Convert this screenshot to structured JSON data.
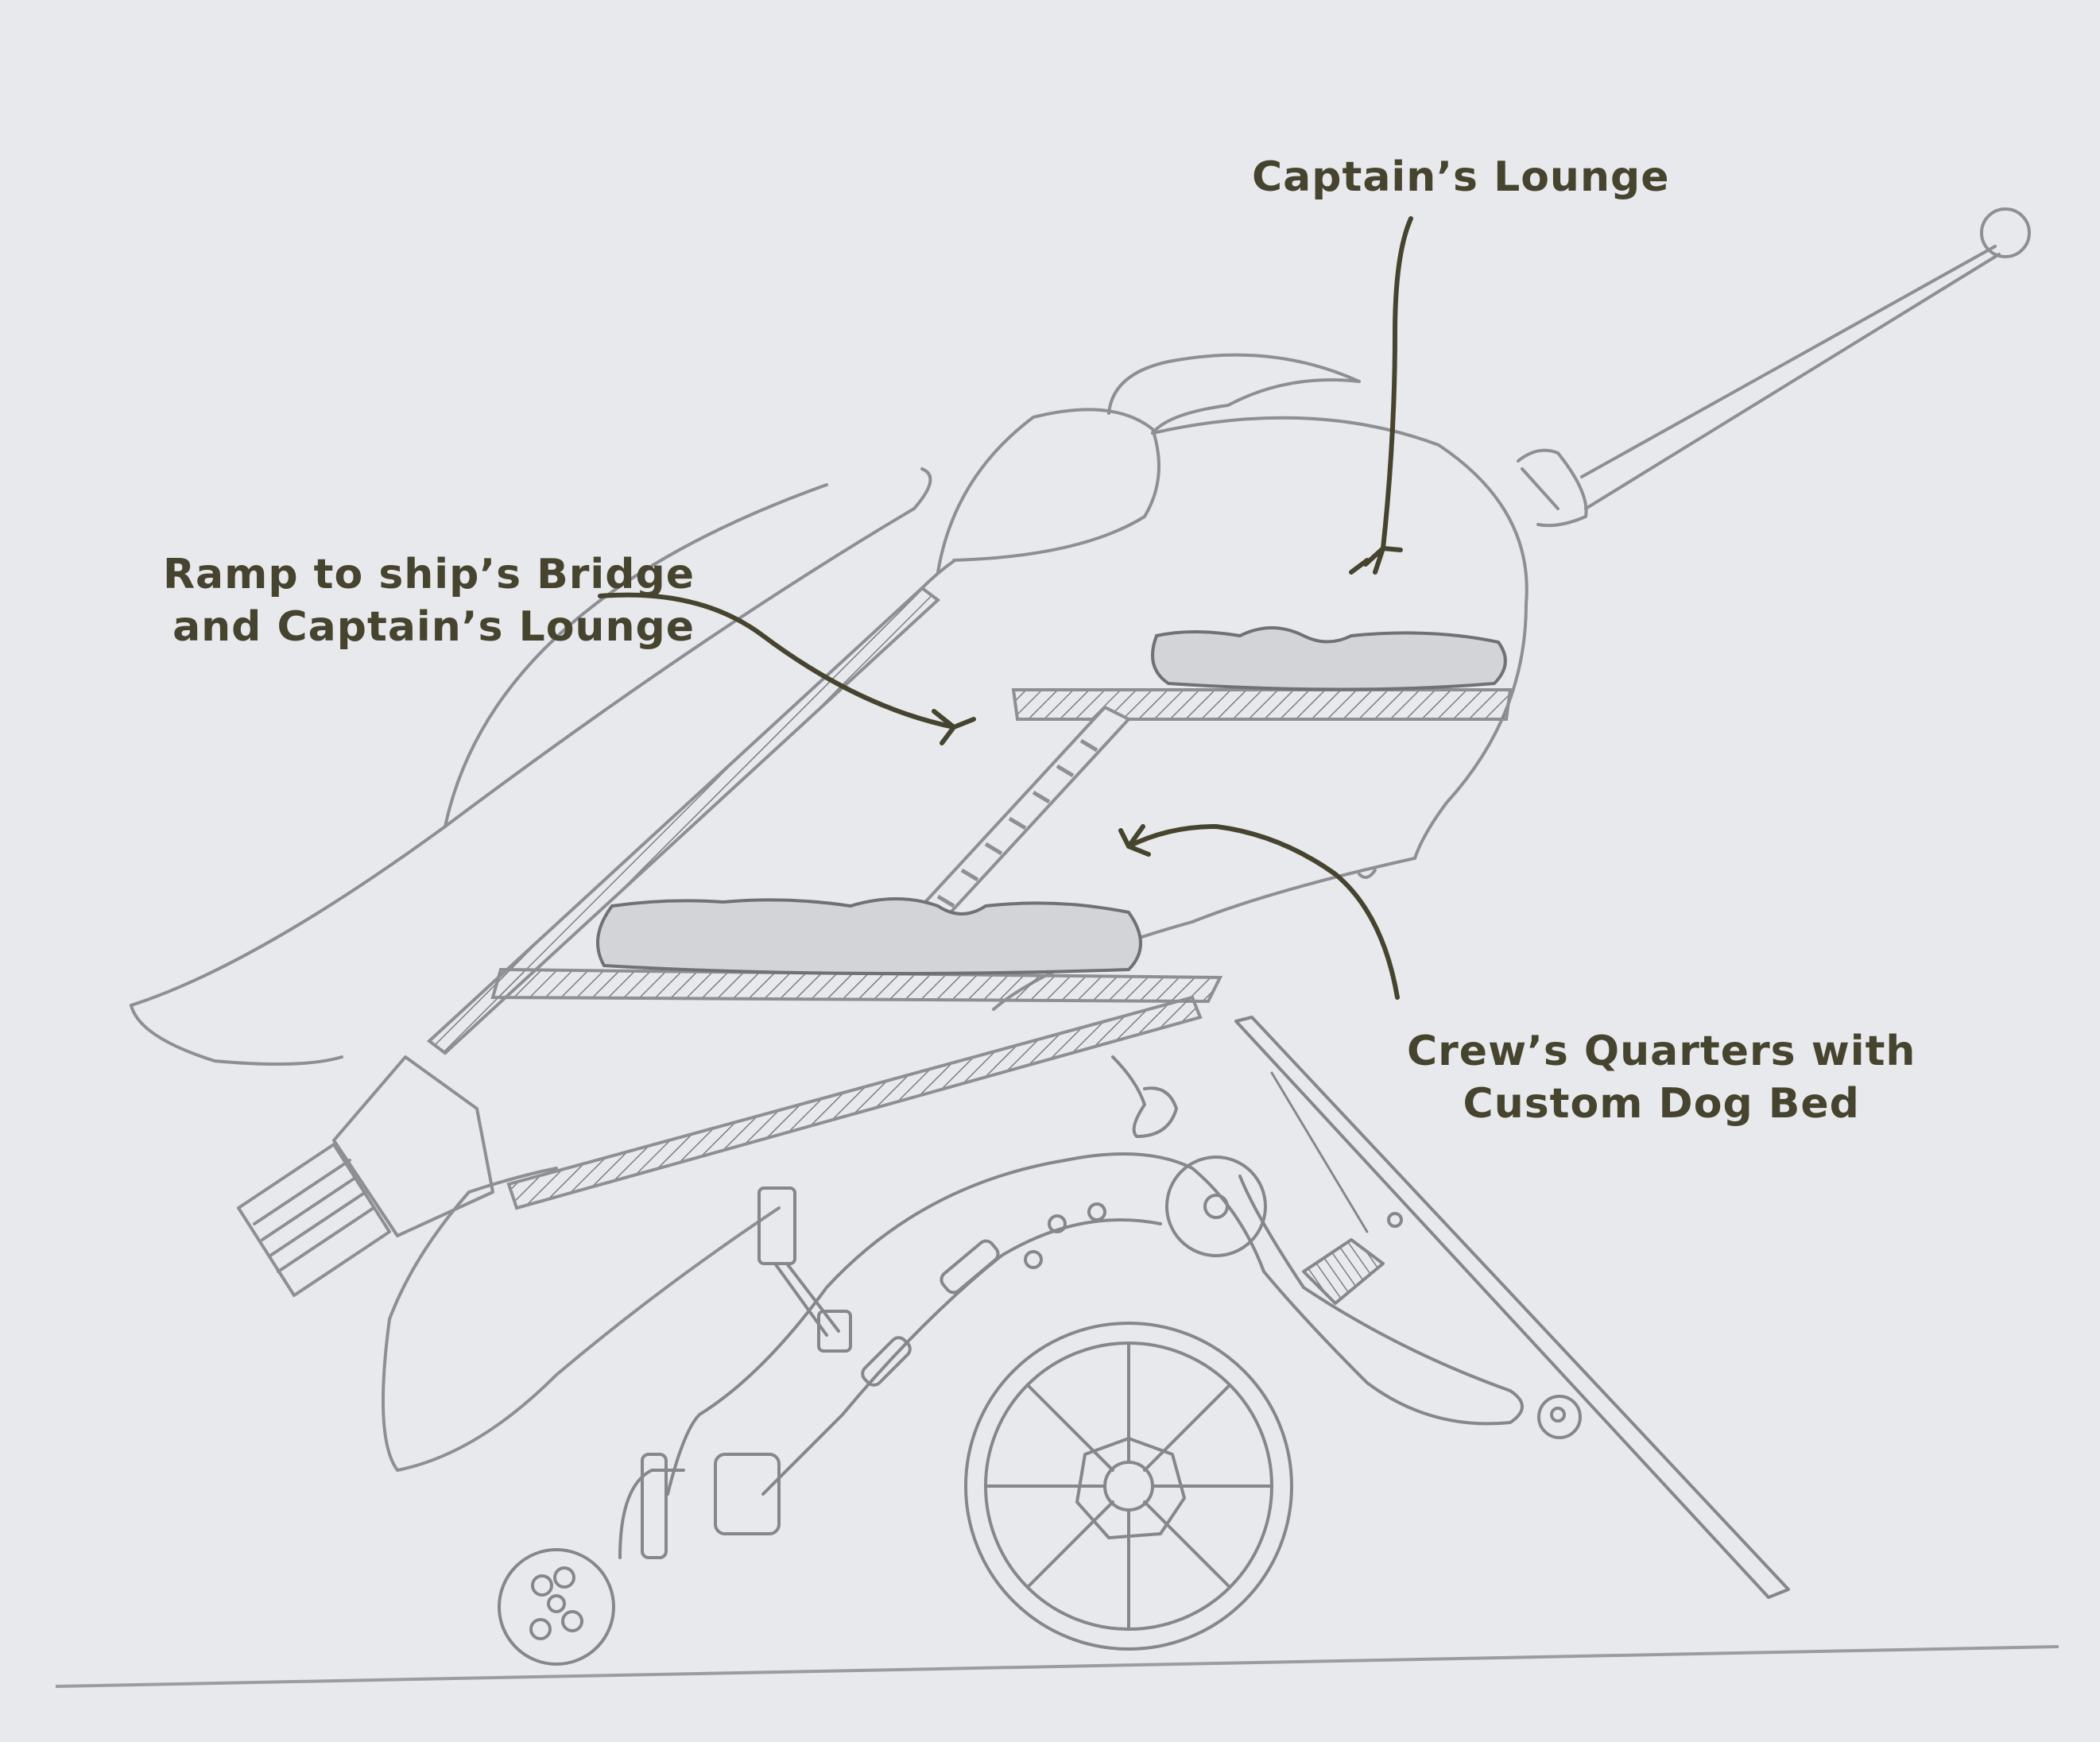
{
  "annotations": {
    "captains_lounge": "Captain’s Lounge",
    "ramp_line1": "Ramp to ship’s Bridge",
    "ramp_line2": "and Captain’s Lounge",
    "crew_line1": "Crew’s Quarters with",
    "crew_line2": "Custom Dog Bed"
  },
  "colors": {
    "paper": "#e8e9ec",
    "pencil": "#8d8f94",
    "annotation_ink": "#46442f"
  }
}
